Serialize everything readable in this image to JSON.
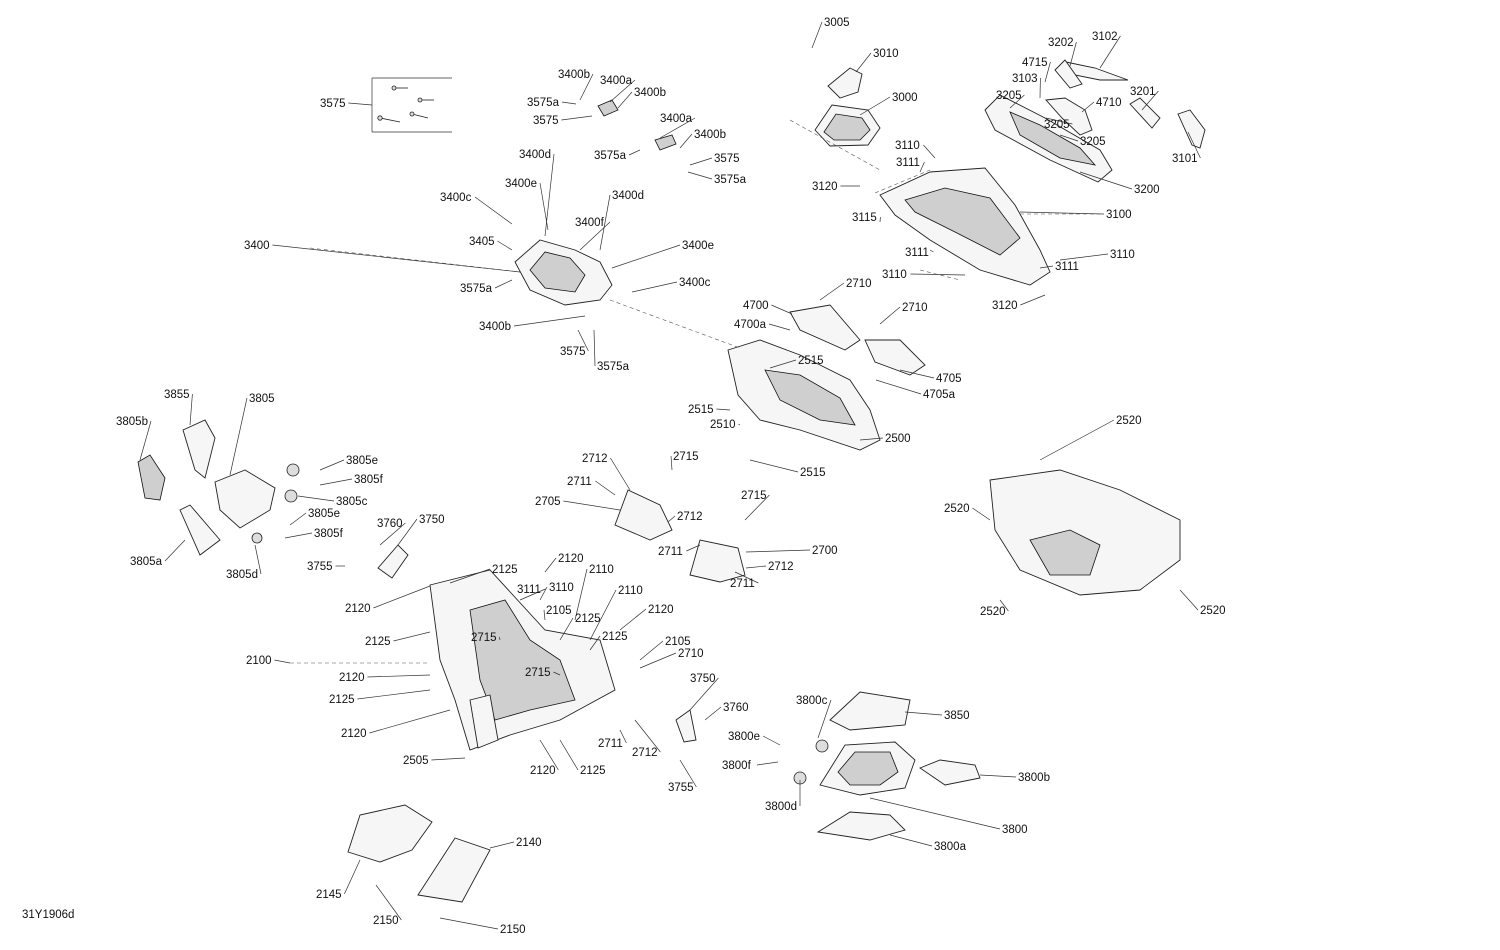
{
  "diagram_code": "31Y1906d",
  "labels": [
    "3005",
    "3010",
    "3000",
    "3202",
    "3102",
    "4715",
    "3103",
    "3205",
    "4710",
    "3201",
    "3205",
    "3205",
    "3101",
    "3200",
    "3110",
    "3111",
    "3120",
    "3100",
    "3115",
    "3111",
    "3110",
    "3111",
    "3110",
    "3120",
    "3575",
    "3400b",
    "3400a",
    "3400b",
    "3575a",
    "3575",
    "3400a",
    "3400b",
    "3575a",
    "3575",
    "3575a",
    "3400d",
    "3400e",
    "3400d",
    "3400c",
    "3400f",
    "3405",
    "3400e",
    "3400",
    "3400c",
    "3575a",
    "3400b",
    "3575",
    "3575a",
    "2710",
    "2710",
    "4700",
    "4700a",
    "2515",
    "4705",
    "4705a",
    "2515",
    "2510",
    "2500",
    "2515",
    "3855",
    "3805",
    "3805b",
    "3805e",
    "3805f",
    "3805c",
    "3805e",
    "3805f",
    "3805a",
    "3805d",
    "2712",
    "2715",
    "2711",
    "2705",
    "2715",
    "2712",
    "2711",
    "2700",
    "2711",
    "2712",
    "2520",
    "2520",
    "2520",
    "2520",
    "3760",
    "3750",
    "3755",
    "2120",
    "2125",
    "3111",
    "3110",
    "2110",
    "2110",
    "2120",
    "2105",
    "2125",
    "2125",
    "2120",
    "2125",
    "2715",
    "2100",
    "2120",
    "2715",
    "2105",
    "2710",
    "2125",
    "2120",
    "2505",
    "2120",
    "2125",
    "3750",
    "3760",
    "2711",
    "2712",
    "3755",
    "3800c",
    "3850",
    "3800e",
    "3800f",
    "3800b",
    "3800d",
    "3800",
    "3800a",
    "2140",
    "2145",
    "2150",
    "2150"
  ]
}
